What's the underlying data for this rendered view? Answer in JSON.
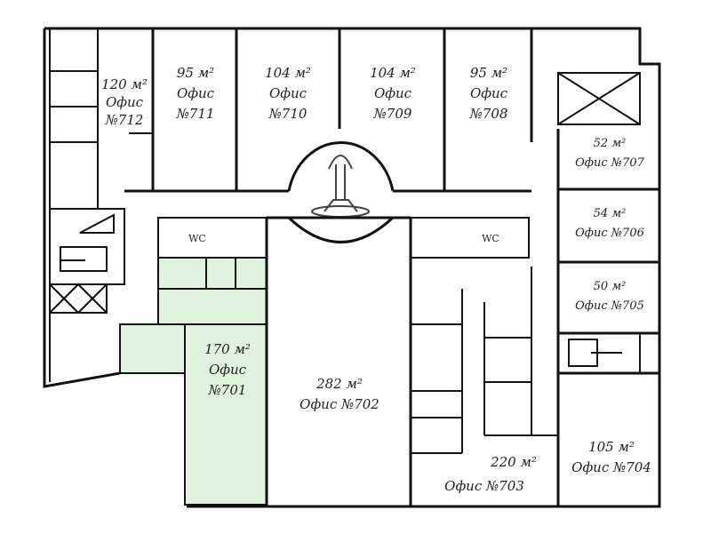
{
  "title": "Floor plan, 7th floor offices",
  "colors": {
    "rented_highlight": "#dff3df",
    "walls": "#111111"
  },
  "offices": {
    "o712": {
      "area": "120 м²",
      "name": "Офис",
      "number": "№712"
    },
    "o711": {
      "area": "95 м²",
      "name": "Офис",
      "number": "№711"
    },
    "o710": {
      "area": "104 м²",
      "name": "Офис",
      "number": "№710"
    },
    "o709": {
      "area": "104 м²",
      "name": "Офис",
      "number": "№709"
    },
    "o708": {
      "area": "95 м²",
      "name": "Офис",
      "number": "№708"
    },
    "o707": {
      "area": "52 м²",
      "label": "Офис №707"
    },
    "o706": {
      "area": "54 м²",
      "label": "Офис №706"
    },
    "o705": {
      "area": "50 м²",
      "label": "Офис №705"
    },
    "o704": {
      "area": "105 м²",
      "label": "Офис №704"
    },
    "o703": {
      "area": "220 м²",
      "label": "Офис №703"
    },
    "o702": {
      "area": "282 м²",
      "label": "Офис №702"
    },
    "o701": {
      "area": "170 м²",
      "name": "Офис",
      "number": "№701"
    }
  },
  "wc_left": "WC",
  "wc_right": "WC"
}
